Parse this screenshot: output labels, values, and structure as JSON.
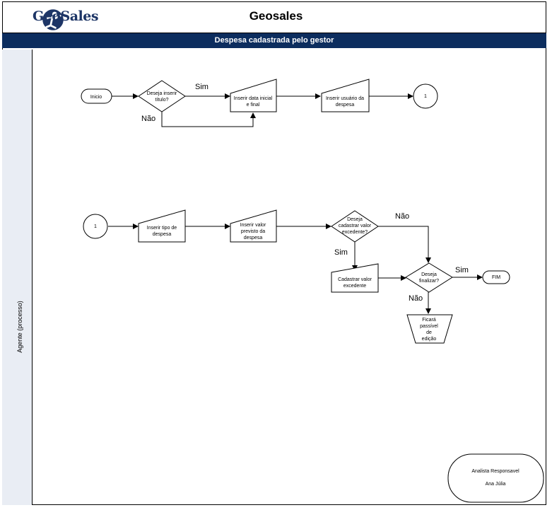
{
  "header": {
    "logo_text": "GeoSales",
    "title": "Geosales"
  },
  "banner": {
    "text": "Despesa cadastrada pelo gestor"
  },
  "lane": {
    "label": "Agente (processo)"
  },
  "flow": {
    "inicio": "Inicio",
    "q_titulo": [
      "Deseja inserir",
      "título?"
    ],
    "sim1": "Sim",
    "nao1": "Não",
    "data": [
      "Inserir data inicial",
      "e final"
    ],
    "usuario": [
      "Inserir usuário da",
      "despesa"
    ],
    "conector_a": "1",
    "conector_b": "1",
    "tipo": [
      "Inserir tipo de",
      "despesa"
    ],
    "valor_previsto": [
      "Inserir valor",
      "previsto da",
      "despesa"
    ],
    "q_excedente": [
      "Deseja",
      "cadastrar valor",
      "excedente?"
    ],
    "nao2": "Não",
    "sim2": "Sim",
    "cad_excedente": [
      "Cadastrar valor",
      "excedente"
    ],
    "q_finalizar": [
      "Deseja",
      "finalizar?"
    ],
    "sim3": "Sim",
    "fim": "FIM",
    "nao3": "Não",
    "edicao": [
      "Ficará",
      "passível",
      "de",
      "edição"
    ]
  },
  "signature": {
    "role": "Analista Responsavel",
    "name": "Ana Júlia"
  }
}
